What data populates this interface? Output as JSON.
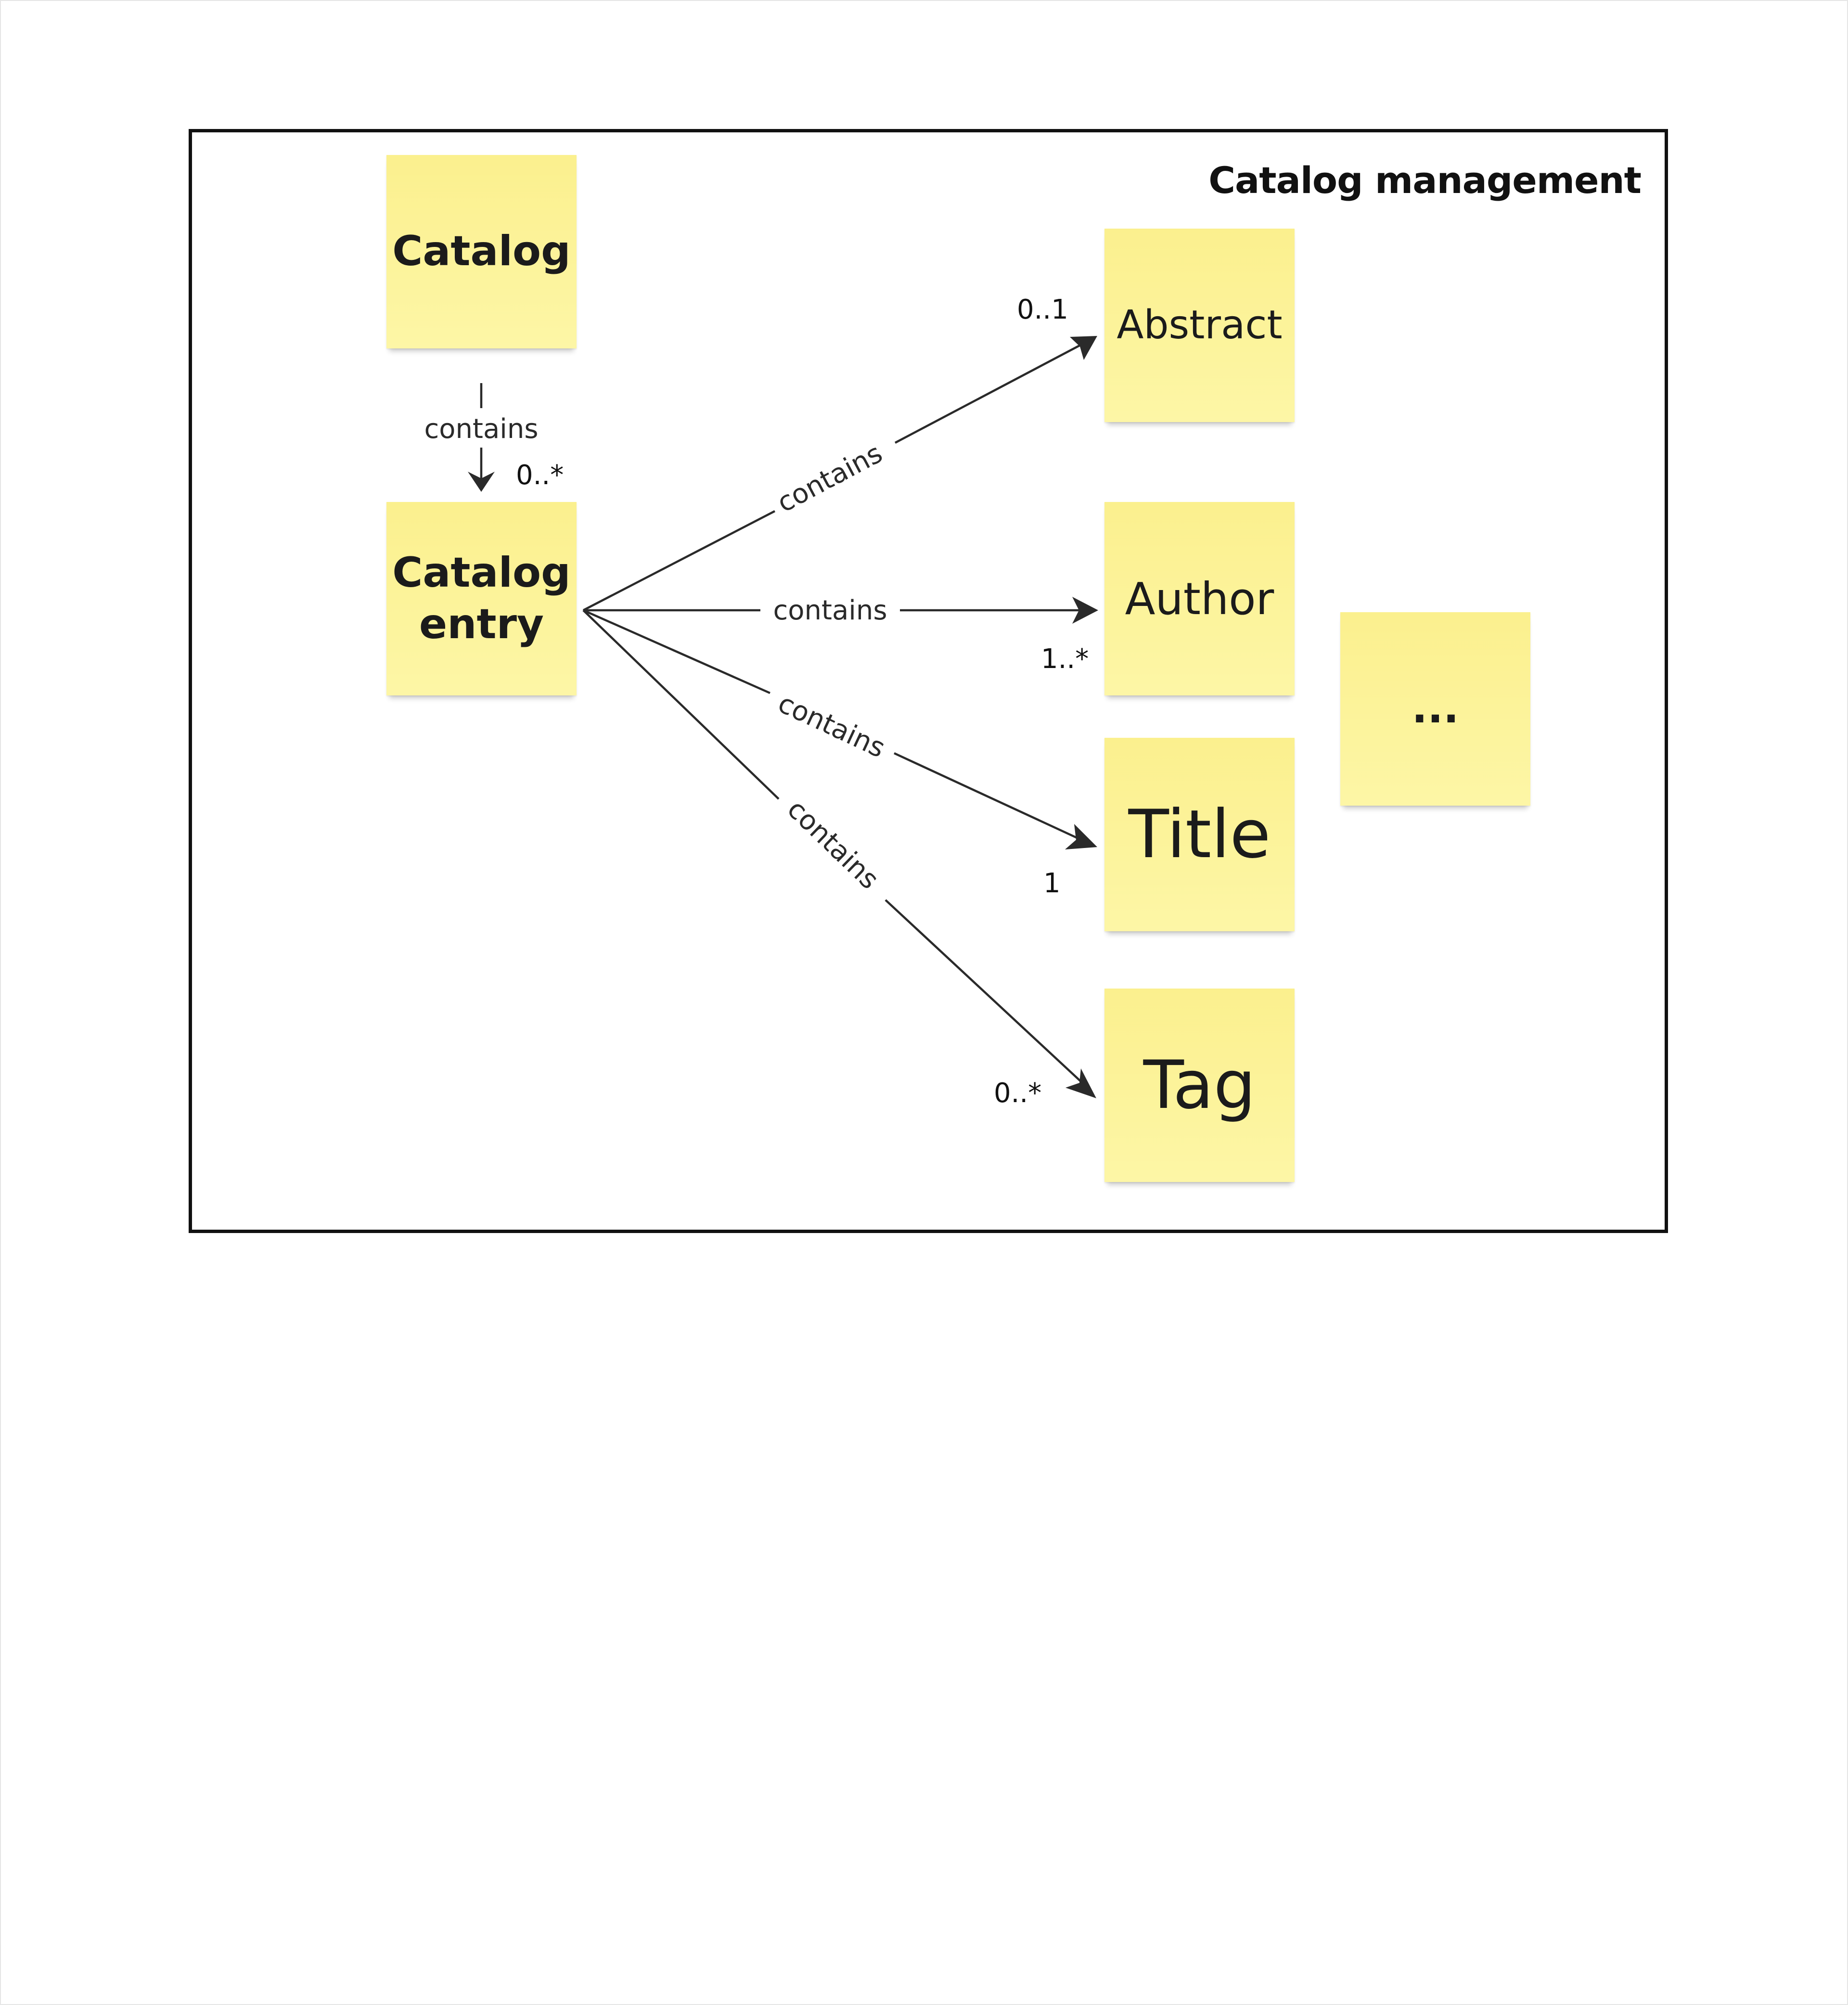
{
  "frame": {
    "title": "Catalog management"
  },
  "nodes": {
    "catalog": "Catalog",
    "entry_line1": "Catalog",
    "entry_line2": "entry",
    "abstract": "Abstract",
    "author": "Author",
    "title": "Title",
    "tag": "Tag",
    "more": "..."
  },
  "edges": {
    "catalog_to_entry": {
      "label": "contains",
      "multiplicity": "0..*"
    },
    "entry_to_abstract": {
      "label": "contains",
      "multiplicity": "0..1"
    },
    "entry_to_author": {
      "label": "contains",
      "multiplicity": "1..*"
    },
    "entry_to_title": {
      "label": "contains",
      "multiplicity": "1"
    },
    "entry_to_tag": {
      "label": "contains",
      "multiplicity": "0..*"
    }
  },
  "colors": {
    "sticky_top": "#fbf08e",
    "sticky_bottom": "#fdf6a6",
    "frame_border": "#111111",
    "connector": "#2a2a2a"
  }
}
